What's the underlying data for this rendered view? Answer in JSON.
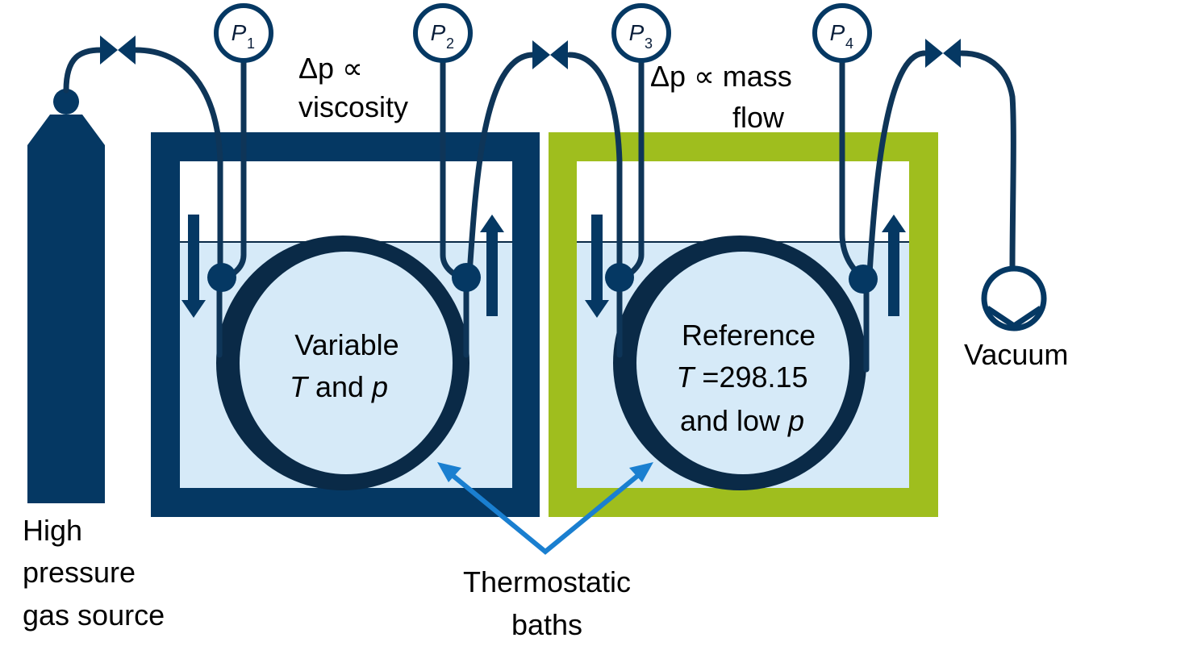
{
  "colors": {
    "dark_navy": "#0a2a47",
    "navy_bath": "#053863",
    "green_bath": "#9fbe1e",
    "water": "#d6eaf8",
    "pointer_arrow": "#1a7fd0"
  },
  "gauges": [
    {
      "label": "P",
      "sub": "1"
    },
    {
      "label": "P",
      "sub": "2"
    },
    {
      "label": "P",
      "sub": "3"
    },
    {
      "label": "P",
      "sub": "4"
    }
  ],
  "annotations": {
    "viscosity_line1": "Δp ∝",
    "viscosity_line2": "viscosity",
    "massflow_line1": "Δp ∝ mass",
    "massflow_line2": "flow"
  },
  "variable_bath": {
    "line1": "Variable",
    "line2_italic": "T",
    "line2_rest": " and ",
    "line2_italic2": "p"
  },
  "reference_bath": {
    "line1": "Reference",
    "line2_italic": "T",
    "line2_rest": " =298.15",
    "line3_rest": "and low ",
    "line3_italic": "p"
  },
  "gas_source": {
    "line1": "High",
    "line2": "pressure",
    "line3": "gas source"
  },
  "vacuum_label": "Vacuum",
  "thermostatic": {
    "line1": "Thermostatic",
    "line2": "baths"
  }
}
